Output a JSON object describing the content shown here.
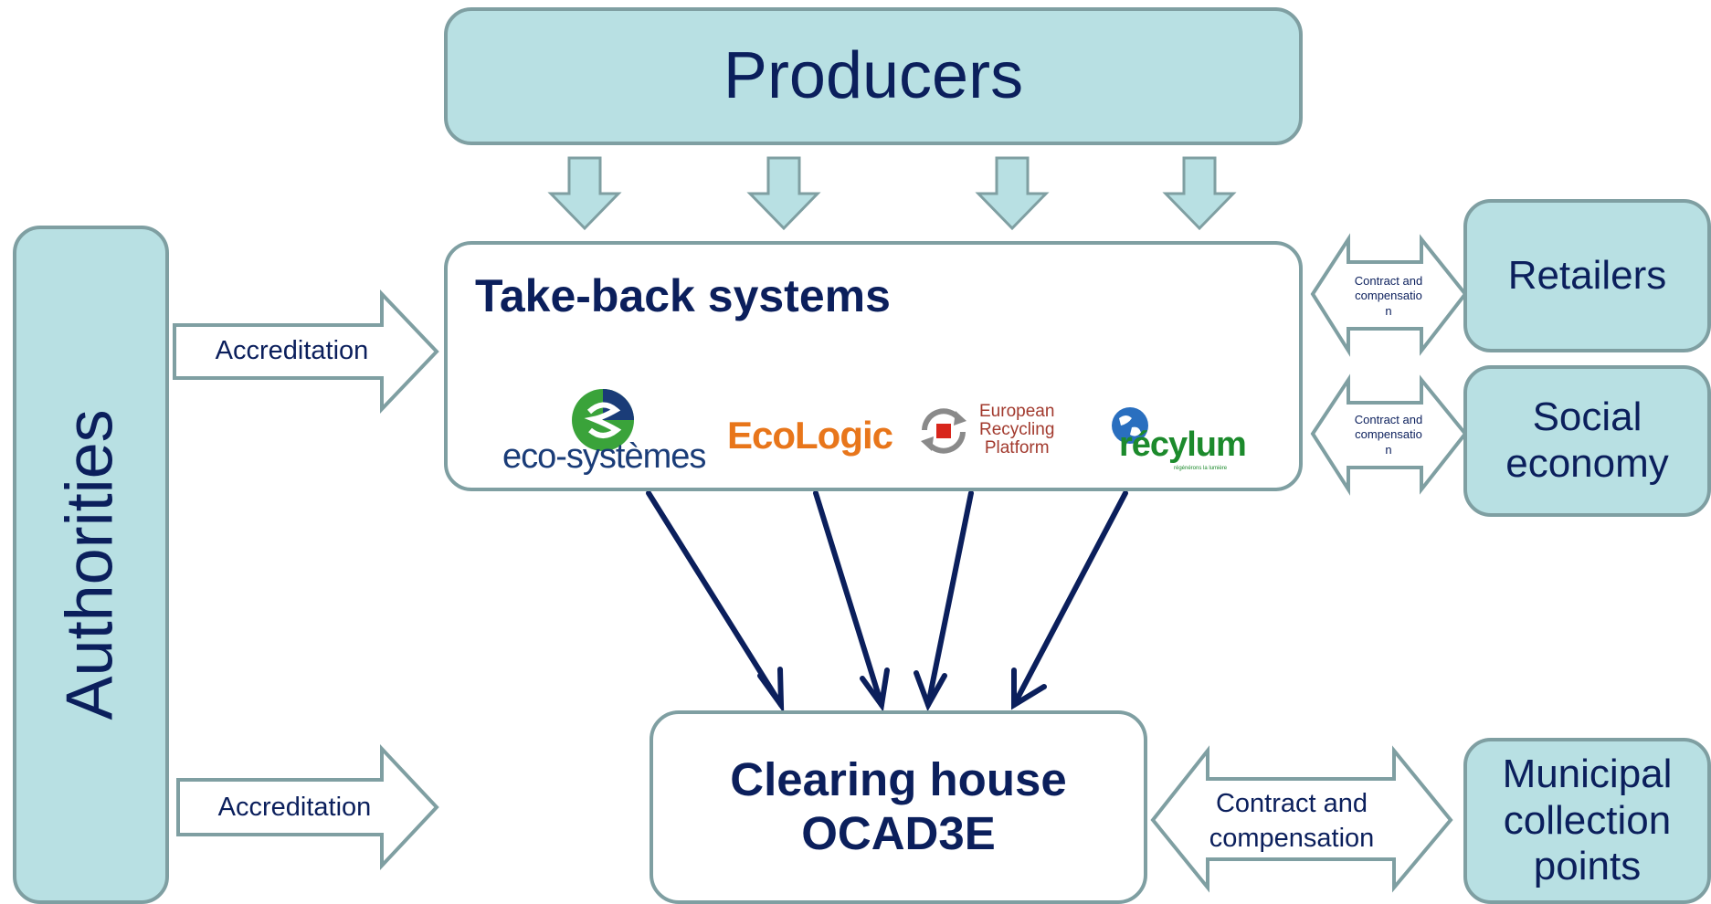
{
  "nodes": {
    "producers": "Producers",
    "authorities": "Authorities",
    "takeback_title": "Take-back systems",
    "clearing_line1": "Clearing house",
    "clearing_line2": "OCAD3E",
    "retailers": "Retailers",
    "social_line1": "Social",
    "social_line2": "economy",
    "municipal_line1": "Municipal",
    "municipal_line2": "collection",
    "municipal_line3": "points"
  },
  "labels": {
    "accreditation_top": "Accreditation",
    "accreditation_bottom": "Accreditation",
    "contract_retailers": "Contract and compensatio n",
    "contract_social": "Contract and compensatio n",
    "contract_municipal_1": "Contract and",
    "contract_municipal_2": "compensation"
  },
  "logos": {
    "eco_systemes": "eco-systèmes",
    "ecologic": "EcoLogic",
    "erp_line1": "European",
    "erp_line2": "Recycling",
    "erp_line3": "Platform",
    "recylum": "récylum",
    "recylum_tagline": "régénérons la lumière"
  },
  "colors": {
    "box_fill": "#b8e0e3",
    "box_border": "#7f9fa2",
    "text": "#0b1f5c",
    "arrow_dark": "#0b1f5c",
    "ecologic_orange": "#e8761b",
    "ecologic_teal": "#1a8c8c",
    "erp_red": "#a23a2e",
    "recylum_green": "#1c8a2c"
  }
}
